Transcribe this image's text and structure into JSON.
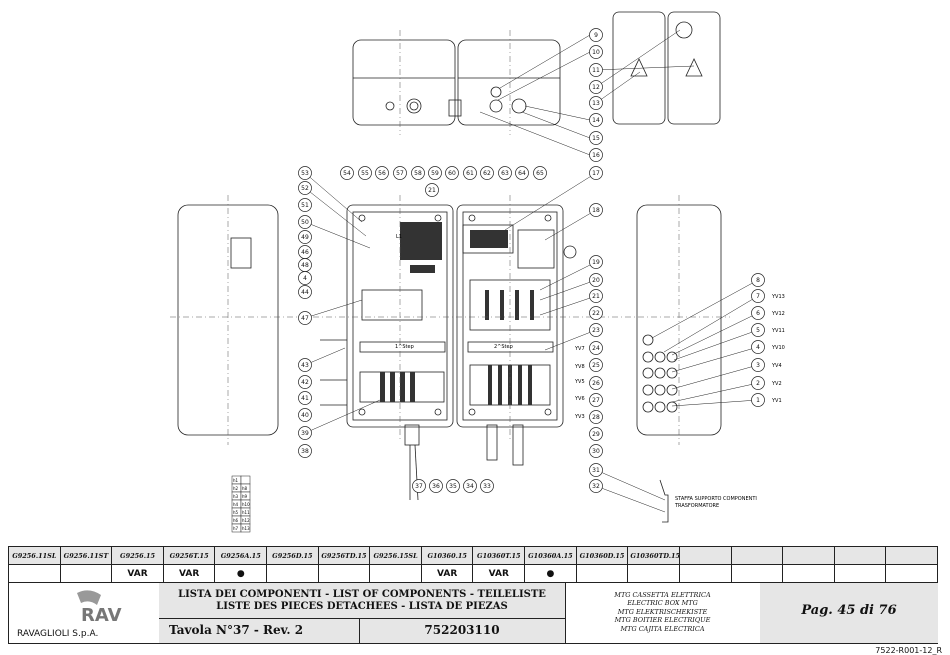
{
  "drawing": {
    "callouts_top": [
      "9",
      "10",
      "11",
      "12",
      "13",
      "14",
      "15",
      "16"
    ],
    "callouts_header": [
      "54",
      "55",
      "56",
      "57",
      "58",
      "59",
      "60",
      "61",
      "62",
      "63",
      "64",
      "65",
      "21"
    ],
    "callouts_left": [
      "53",
      "52",
      "51",
      "50",
      "49",
      "46",
      "48",
      "4",
      "44",
      "47",
      "43",
      "42",
      "41",
      "40",
      "39",
      "38"
    ],
    "callouts_mid": [
      "17",
      "18",
      "19",
      "20",
      "21",
      "22",
      "23",
      "24",
      "25",
      "26",
      "27",
      "28",
      "29",
      "30",
      "31",
      "32",
      "33",
      "34",
      "35",
      "36",
      "37"
    ],
    "callouts_right": [
      "8",
      "7",
      "6",
      "5",
      "4",
      "3",
      "2",
      "1"
    ],
    "valve_labels": [
      "YV13",
      "YV12",
      "YV11",
      "YV10",
      "YV4",
      "YV2",
      "YV1"
    ],
    "left_valve_labels": [
      "YV7",
      "YV8",
      "YV5",
      "YV6",
      "YV3"
    ],
    "bracket_note_1": "STAFFA SUPPORTO COMPONENTI",
    "bracket_note_2": "TRASFORMATORE",
    "legend_rows": [
      [
        "h1",
        ""
      ],
      [
        "h2",
        "h8"
      ],
      [
        "h3",
        "h9"
      ],
      [
        "h4",
        "h10"
      ],
      [
        "h5",
        "h11"
      ],
      [
        "h6",
        "h12"
      ],
      [
        "h7",
        "h13"
      ]
    ],
    "label_l1": "L1",
    "label_1step": "1^Step",
    "label_2step": "2^Step"
  },
  "table": {
    "codes": [
      "G9256.11SL",
      "G9256.11ST",
      "G9256.15",
      "G9256T.15",
      "G9256A.15",
      "G9256D.15",
      "G9256TD.15",
      "G9256.15SL",
      "G10360.15",
      "G10360T.15",
      "G10360A.15",
      "G10360D.15",
      "G10360TD.15",
      "",
      "",
      "",
      "",
      ""
    ],
    "values": [
      "",
      "",
      "VAR",
      "VAR",
      "●",
      "",
      "",
      "",
      "VAR",
      "VAR",
      "●",
      "",
      "",
      "",
      "",
      "",
      "",
      ""
    ]
  },
  "titleblock": {
    "company": "RAVAGLIOLI S.p.A.",
    "list_title_1": "LISTA DEI COMPONENTI - LIST OF COMPONENTS - TEILELISTE",
    "list_title_2": "LISTE DES PIECES DETACHEES - LISTA DE PIEZAS",
    "tavola": "Tavola N°37 - Rev. 2",
    "drawing_code": "752203110",
    "descriptions": [
      "MTG CASSETTA ELETTRICA",
      "ELECTRIC BOX MTG",
      "MTG ELEKTRISCHEKISTE",
      "MTG BOITIER ELECTRIQUE",
      "MTG CAJITA ELECTRICA"
    ],
    "page": "Pag. 45 di 76",
    "doc_ref": "7522-R001-12_R"
  },
  "colors": {
    "line": "#222222",
    "gray_fill": "#e6e6e6",
    "dark_component": "#333333"
  }
}
